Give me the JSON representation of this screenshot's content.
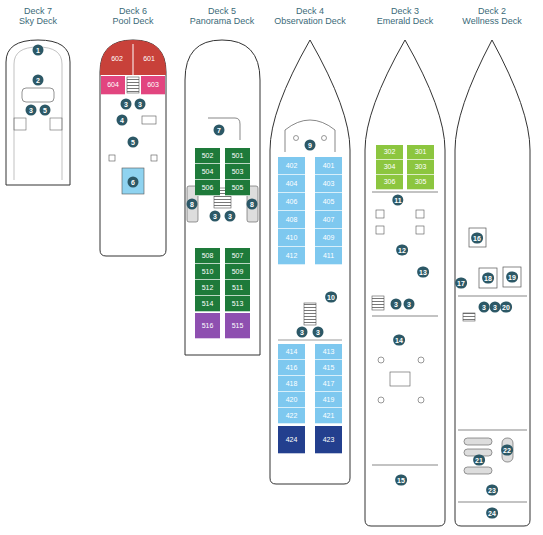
{
  "diagram": {
    "nodes": [
      {
        "text": [
          "Deck 7",
          "Sky Deck"
        ]
      },
      {
        "text": [
          "Deck 6",
          "Pool Deck"
        ]
      },
      {
        "text": [
          "602"
        ],
        "in": 1
      },
      {
        "text": [
          "601"
        ],
        "in": 1
      },
      {
        "text": [
          "604"
        ],
        "in": 1
      },
      {
        "text": [
          "603"
        ],
        "in": 1
      },
      {
        "text": [
          "Deck 5",
          "Panorama Deck"
        ]
      },
      {
        "text": [
          "502"
        ],
        "in": 6
      },
      {
        "text": [
          "501"
        ],
        "in": 6
      },
      {
        "text": [
          "504"
        ],
        "in": 6
      },
      {
        "text": [
          "503"
        ],
        "in": 6
      },
      {
        "text": [
          "506"
        ],
        "in": 6
      },
      {
        "text": [
          "505"
        ],
        "in": 6
      },
      {
        "text": [
          "508"
        ],
        "in": 6
      },
      {
        "text": [
          "507"
        ],
        "in": 6
      },
      {
        "text": [
          "510"
        ],
        "in": 6
      },
      {
        "text": [
          "509"
        ],
        "in": 6
      },
      {
        "text": [
          "512"
        ],
        "in": 6
      },
      {
        "text": [
          "511"
        ],
        "in": 6
      },
      {
        "text": [
          "514"
        ],
        "in": 6
      },
      {
        "text": [
          "513"
        ],
        "in": 6
      },
      {
        "text": [
          "516"
        ],
        "in": 6
      },
      {
        "text": [
          "515"
        ],
        "in": 6
      },
      {
        "text": [
          "Deck 4",
          "Observation Deck"
        ]
      },
      {
        "text": [
          "402"
        ],
        "in": 23
      },
      {
        "text": [
          "401"
        ],
        "in": 23
      },
      {
        "text": [
          "404"
        ],
        "in": 23
      },
      {
        "text": [
          "403"
        ],
        "in": 23
      },
      {
        "text": [
          "406"
        ],
        "in": 23
      },
      {
        "text": [
          "405"
        ],
        "in": 23
      },
      {
        "text": [
          "408"
        ],
        "in": 23
      },
      {
        "text": [
          "407"
        ],
        "in": 23
      },
      {
        "text": [
          "410"
        ],
        "in": 23
      },
      {
        "text": [
          "409"
        ],
        "in": 23
      },
      {
        "text": [
          "412"
        ],
        "in": 23
      },
      {
        "text": [
          "411"
        ],
        "in": 23
      },
      {
        "text": [
          "414"
        ],
        "in": 23
      },
      {
        "text": [
          "413"
        ],
        "in": 23
      },
      {
        "text": [
          "416"
        ],
        "in": 23
      },
      {
        "text": [
          "415"
        ],
        "in": 23
      },
      {
        "text": [
          "418"
        ],
        "in": 23
      },
      {
        "text": [
          "417"
        ],
        "in": 23
      },
      {
        "text": [
          "420"
        ],
        "in": 23
      },
      {
        "text": [
          "419"
        ],
        "in": 23
      },
      {
        "text": [
          "422"
        ],
        "in": 23
      },
      {
        "text": [
          "421"
        ],
        "in": 23
      },
      {
        "text": [
          "424"
        ],
        "in": 23
      },
      {
        "text": [
          "423"
        ],
        "in": 23
      },
      {
        "text": [
          "Deck 3",
          "Emerald Deck"
        ]
      },
      {
        "text": [
          "302"
        ],
        "in": 48
      },
      {
        "text": [
          "301"
        ],
        "in": 48
      },
      {
        "text": [
          "304"
        ],
        "in": 48
      },
      {
        "text": [
          "303"
        ],
        "in": 48
      },
      {
        "text": [
          "306"
        ],
        "in": 48
      },
      {
        "text": [
          "305"
        ],
        "in": 48
      },
      {
        "text": [
          "Deck 2",
          "Wellness Deck"
        ]
      }
    ],
    "labels": [
      "1",
      "2",
      "3",
      "5",
      "3",
      "3",
      "4",
      "5",
      "6",
      "7",
      "8",
      "8",
      "3",
      "3",
      "9",
      "10",
      "3",
      "3",
      "11",
      "12",
      "13",
      "3",
      "3",
      "14",
      "15",
      "16",
      "17",
      "18",
      "19",
      "3",
      "3",
      "20",
      "21",
      "22",
      "23",
      "24"
    ]
  }
}
